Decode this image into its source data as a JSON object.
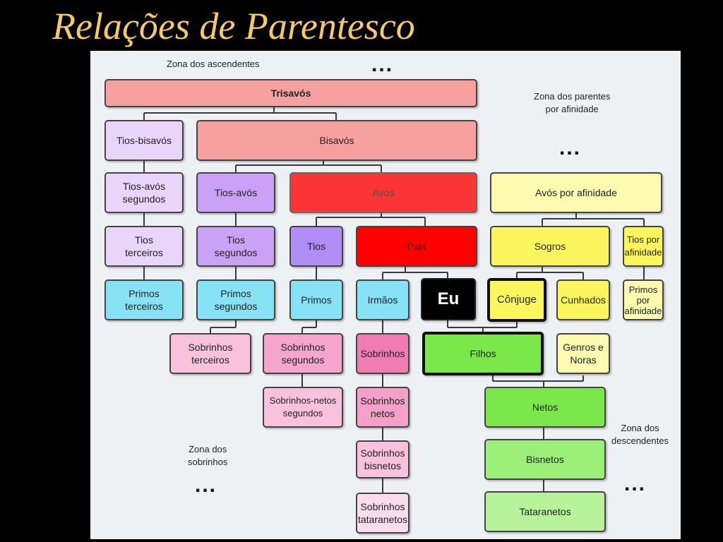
{
  "title": "Relações de Parentesco",
  "zones": {
    "ascendentes": "Zona dos ascendentes",
    "afinidade": "Zona dos parentes\npor afinidade",
    "sobrinhos": "Zona dos\nsobrinhos",
    "descendentes": "Zona dos\ndescendentes"
  },
  "ellipsis": "...",
  "colors": {
    "background": "#000000",
    "title": "#f6c86a",
    "panel": "#eef1f4",
    "ascendants_light": "#f6a0a0",
    "ascendants_strong": "#ff0000",
    "lilac_light": "#e9d4fa",
    "lilac": "#c9a2f5",
    "purple": "#b08cf5",
    "cyan": "#86e2f4",
    "pink_light": "#f8c2dc",
    "pink": "#f07cb4",
    "green": "#7be74a",
    "yellow_light": "#fdfbb0",
    "yellow": "#fbf65e"
  },
  "boxes": {
    "trisavos": "Trisavós",
    "tios_bisavos": "Tios-bisavós",
    "bisavos": "Bisavós",
    "tios_avos_segundos": "Tios-avós\nsegundos",
    "tios_avos": "Tios-avós",
    "avos": "Avós",
    "avos_afinidade": "Avós por afinidade",
    "tios_terceiros": "Tios\nterceiros",
    "tios_segundos": "Tios\nsegundos",
    "tios": "Tios",
    "pais": "Pais",
    "sogros": "Sogros",
    "tios_afinidade": "Tios por\nafinidade",
    "primos_terceiros": "Primos\nterceiros",
    "primos_segundos": "Primos\nsegundos",
    "primos": "Primos",
    "irmaos": "Irmãos",
    "eu": "Eu",
    "conjuge": "Cônjuge",
    "cunhados": "Cunhados",
    "primos_afinidade": "Primos\npor\nafinidade",
    "sobrinhos_terceiros": "Sobrinhos\nterceiros",
    "sobrinhos_segundos": "Sobrinhos\nsegundos",
    "sobrinhos": "Sobrinhos",
    "filhos": "Filhos",
    "genros_noras": "Genros e\nNoras",
    "sobrinhos_netos_segundos": "Sobrinhos-netos\nsegundos",
    "sobrinhos_netos": "Sobrinhos\nnetos",
    "netos": "Netos",
    "sobrinhos_bisnetos": "Sobrinhos\nbisnetos",
    "bisnetos": "Bisnetos",
    "sobrinhos_tataranetos": "Sobrinhos\ntataranetos",
    "tataranetos": "Tataranetos"
  }
}
